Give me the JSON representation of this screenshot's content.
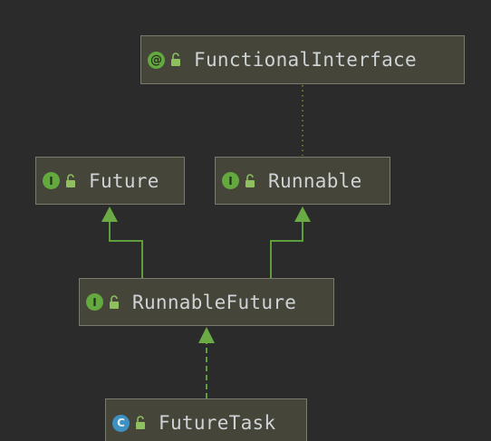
{
  "colors": {
    "background": "#2b2b2b",
    "node_fill": "#454539",
    "node_border": "#7a7a6e",
    "text": "#cfd3d6",
    "interface_badge": "#63a93f",
    "class_badge": "#3d91c3",
    "edge": "#5f9e3d",
    "annotation_edge": "#8c8c3c"
  },
  "nodes": {
    "functional_interface": {
      "badge": "@",
      "kind": "annotation",
      "label": "FunctionalInterface"
    },
    "future": {
      "badge": "I",
      "kind": "interface",
      "label": "Future"
    },
    "runnable": {
      "badge": "I",
      "kind": "interface",
      "label": "Runnable"
    },
    "runnable_future": {
      "badge": "I",
      "kind": "interface",
      "label": "RunnableFuture"
    },
    "future_task": {
      "badge": "C",
      "kind": "class",
      "label": "FutureTask"
    }
  },
  "edges": [
    {
      "from": "runnable",
      "to": "functional_interface",
      "style": "dotted",
      "relation": "annotated-by"
    },
    {
      "from": "runnable_future",
      "to": "future",
      "style": "solid",
      "relation": "extends"
    },
    {
      "from": "runnable_future",
      "to": "runnable",
      "style": "solid",
      "relation": "extends"
    },
    {
      "from": "future_task",
      "to": "runnable_future",
      "style": "dashed",
      "relation": "implements"
    }
  ]
}
